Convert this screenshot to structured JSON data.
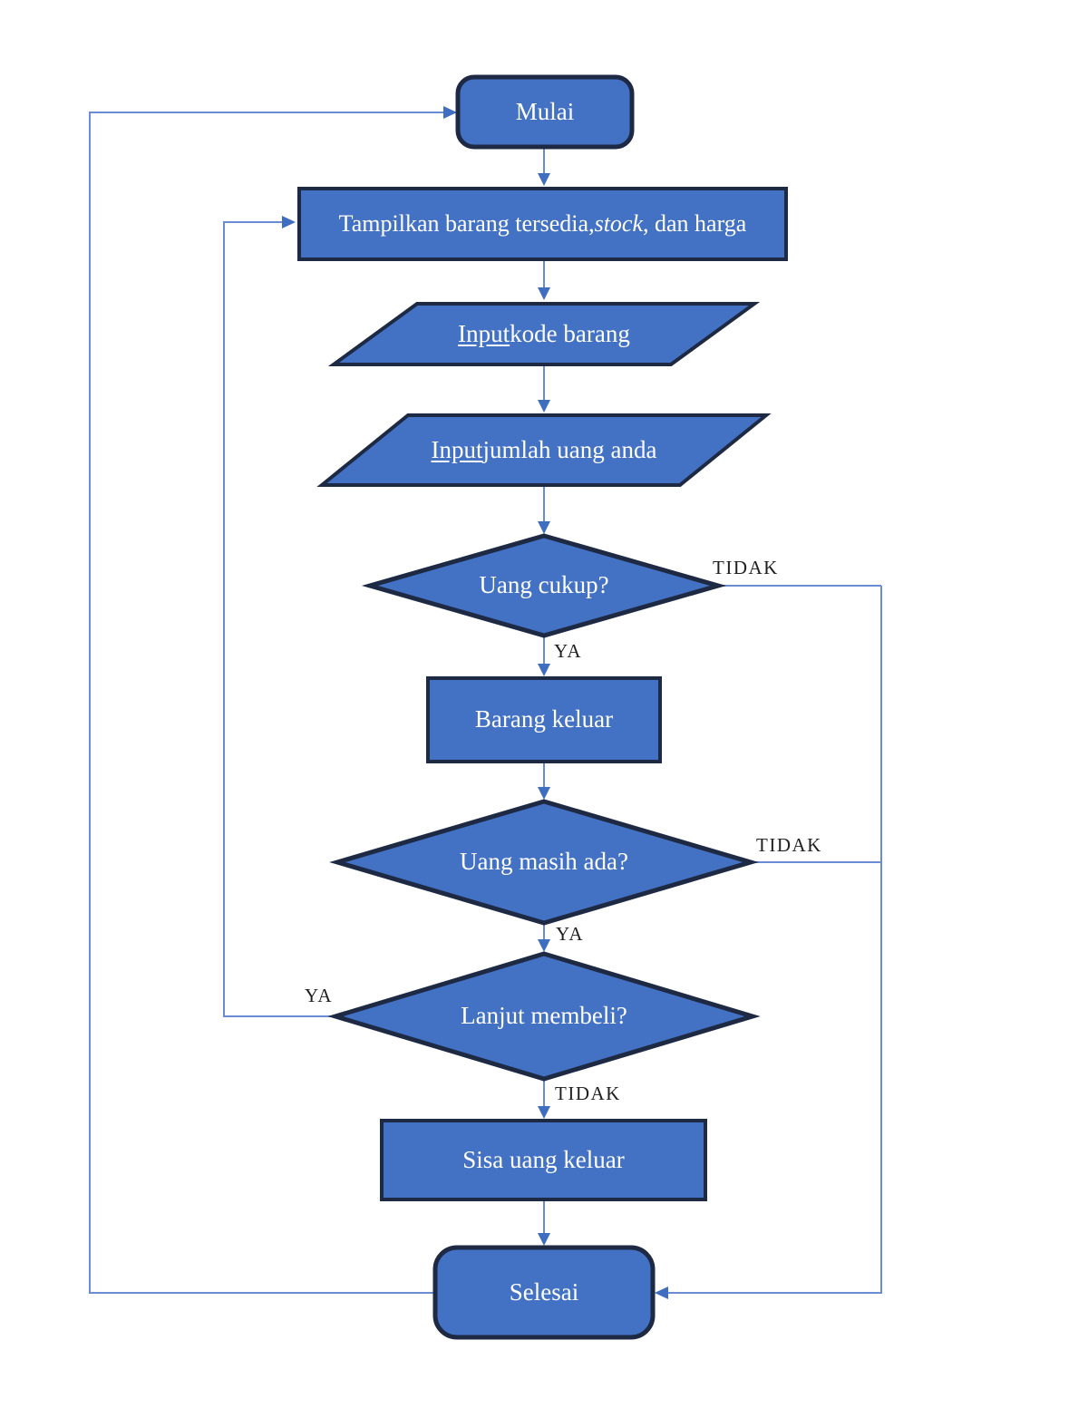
{
  "colors": {
    "shape_fill": "#4372C4",
    "shape_border": "#1E2A44",
    "connector": "#6A8CD4",
    "arrow": "#3F6DBF",
    "shape_text": "#FFFFFF",
    "label_text": "#1F1F1F",
    "background": "#FFFFFF"
  },
  "flowchart": {
    "nodes": {
      "start": {
        "type": "terminator",
        "label": "Mulai"
      },
      "display_items": {
        "type": "process",
        "text_before": "Tampilkan barang tersedia, ",
        "text_italic": "stock",
        "text_after": ", dan harga"
      },
      "input_code": {
        "type": "input",
        "text_underlined": "Input",
        "text_after": " kode barang"
      },
      "input_money": {
        "type": "input",
        "text_underlined": "Input",
        "text_after": " jumlah uang anda"
      },
      "decision_enough_money": {
        "type": "decision",
        "label": "Uang cukup?"
      },
      "item_out": {
        "type": "process",
        "label": "Barang keluar"
      },
      "decision_money_left": {
        "type": "decision",
        "label": "Uang masih ada?"
      },
      "decision_buy_again": {
        "type": "decision",
        "label": "Lanjut membeli?"
      },
      "change_out": {
        "type": "process",
        "label": "Sisa uang keluar"
      },
      "end": {
        "type": "terminator",
        "label": "Selesai"
      }
    },
    "edge_labels": {
      "enough_money_yes": "YA",
      "enough_money_no": "TIDAK",
      "money_left_yes": "YA",
      "money_left_no": "TIDAK",
      "buy_again_yes": "YA",
      "buy_again_no": "TIDAK"
    }
  }
}
